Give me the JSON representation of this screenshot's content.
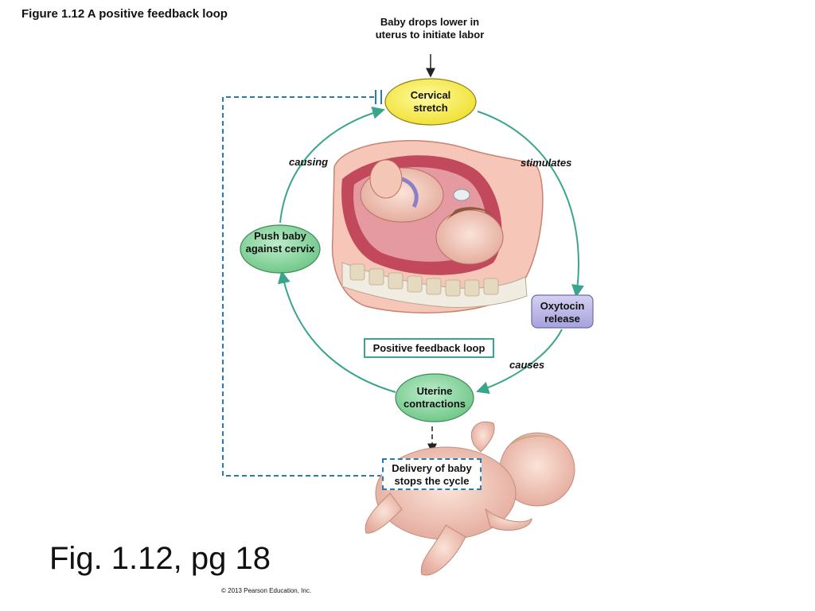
{
  "figure_title": "Figure 1.12 A positive feedback loop",
  "trigger_text": "Baby drops lower in uterus to initiate labor",
  "nodes": {
    "cervical_stretch": "Cervical stretch",
    "oxytocin_release": "Oxytocin release",
    "uterine_contractions": "Uterine contractions",
    "push_baby": "Push baby against cervix"
  },
  "edge_labels": {
    "stimulates": "stimulates",
    "causes": "causes",
    "causing": "causing"
  },
  "loop_label": "Positive feedback loop",
  "delivery_text": "Delivery of baby stops the cycle",
  "caption": "Fig. 1.12, pg 18",
  "copyright": "© 2013 Pearson Education, Inc.",
  "colors": {
    "loop_arrow": "#3aa58d",
    "stop_line": "#2a7ab8",
    "cervical_fill": "#f5e94a",
    "green_node_fill": "#7fcf95",
    "oxytocin_fill": "#b7b3e0"
  }
}
